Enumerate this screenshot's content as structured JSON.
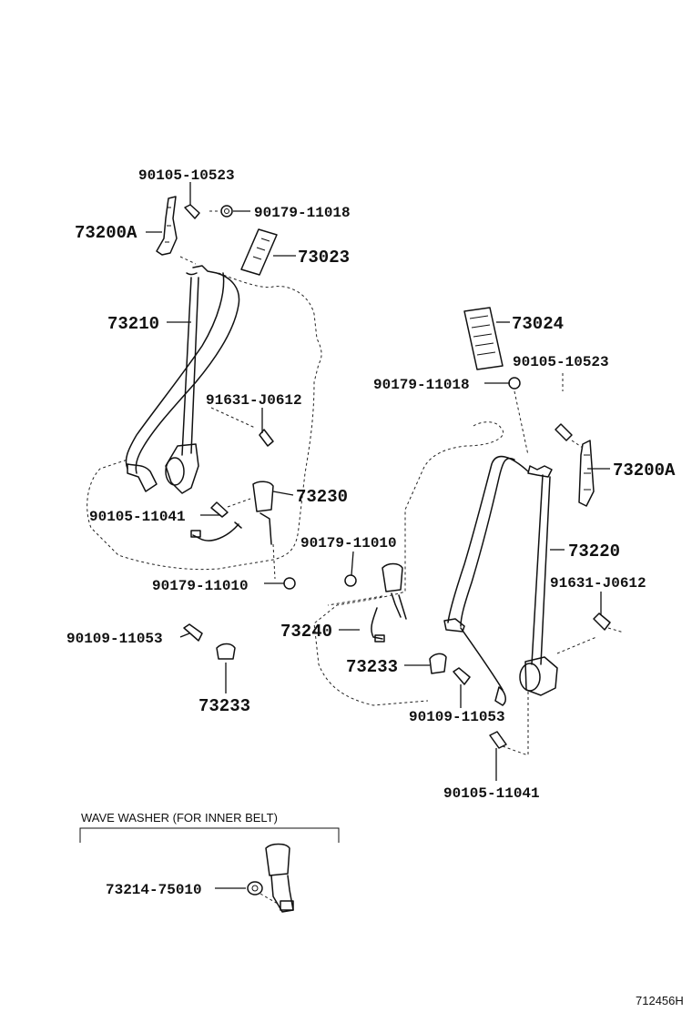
{
  "parts": {
    "p90105_10523_top": "90105-10523",
    "p90179_11018_top": "90179-11018",
    "p73200A_left": "73200A",
    "p73023": "73023",
    "p73210": "73210",
    "p73024": "73024",
    "p90105_10523_right": "90105-10523",
    "p90179_11018_right": "90179-11018",
    "p91631_J0612_left": "91631-J0612",
    "p73200A_right": "73200A",
    "p73230": "73230",
    "p90105_11041_left": "90105-11041",
    "p90179_11010_mid": "90179-11010",
    "p73220": "73220",
    "p91631_J0612_right": "91631-J0612",
    "p90179_11010_left": "90179-11010",
    "p73240": "73240",
    "p90109_11053_left": "90109-11053",
    "p73233_right": "73233",
    "p73233_left": "73233",
    "p90109_11053_right": "90109-11053",
    "p90105_11041_right": "90105-11041",
    "p73214_75010": "73214-75010"
  },
  "inset": {
    "title": "WAVE WASHER (FOR INNER BELT)"
  },
  "footer": {
    "ref_code": "712456H"
  }
}
